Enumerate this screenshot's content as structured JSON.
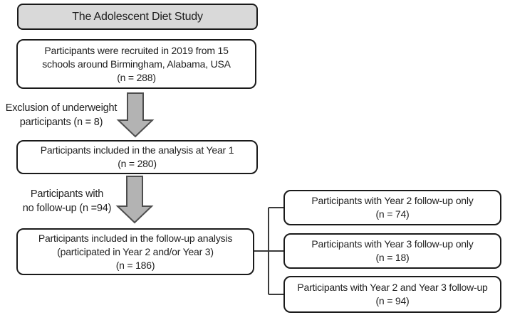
{
  "title": {
    "text": "The Adolescent Diet Study"
  },
  "flow": {
    "recruited": {
      "lines": [
        "Participants were recruited in 2019 from 15",
        "schools around Birmingham, Alabama, USA",
        "(n = 288)"
      ]
    },
    "exclusion_label": {
      "lines": [
        "Exclusion of underweight",
        "participants (n = 8)"
      ]
    },
    "year1": {
      "lines": [
        "Participants included in the analysis at Year 1",
        "(n = 280)"
      ]
    },
    "no_followup_label": {
      "lines": [
        "Participants with",
        "no follow-up (n =94)"
      ]
    },
    "followup": {
      "lines": [
        "Participants included in the follow-up analysis",
        "(participated in Year 2 and/or Year 3)",
        "(n = 186)"
      ]
    },
    "year2_only": {
      "lines": [
        "Participants with Year 2 follow-up only",
        "(n = 74)"
      ]
    },
    "year3_only": {
      "lines": [
        "Participants with Year 3 follow-up only",
        "(n = 18)"
      ]
    },
    "year2_and_year3": {
      "lines": [
        "Participants with Year 2 and Year 3 follow-up",
        "(n = 94)"
      ]
    }
  },
  "icons": {
    "arrow_after_recruited": "down-block-arrow",
    "arrow_after_year1": "down-block-arrow"
  },
  "colors": {
    "title_fill": "#d9d9d9",
    "box_fill": "#ffffff",
    "box_border": "#1a1a1a",
    "arrow_fill": "#b3b3b3",
    "arrow_border": "#4d4d4d",
    "connector_line": "#3a3a3a",
    "text": "#1f1f1f"
  }
}
